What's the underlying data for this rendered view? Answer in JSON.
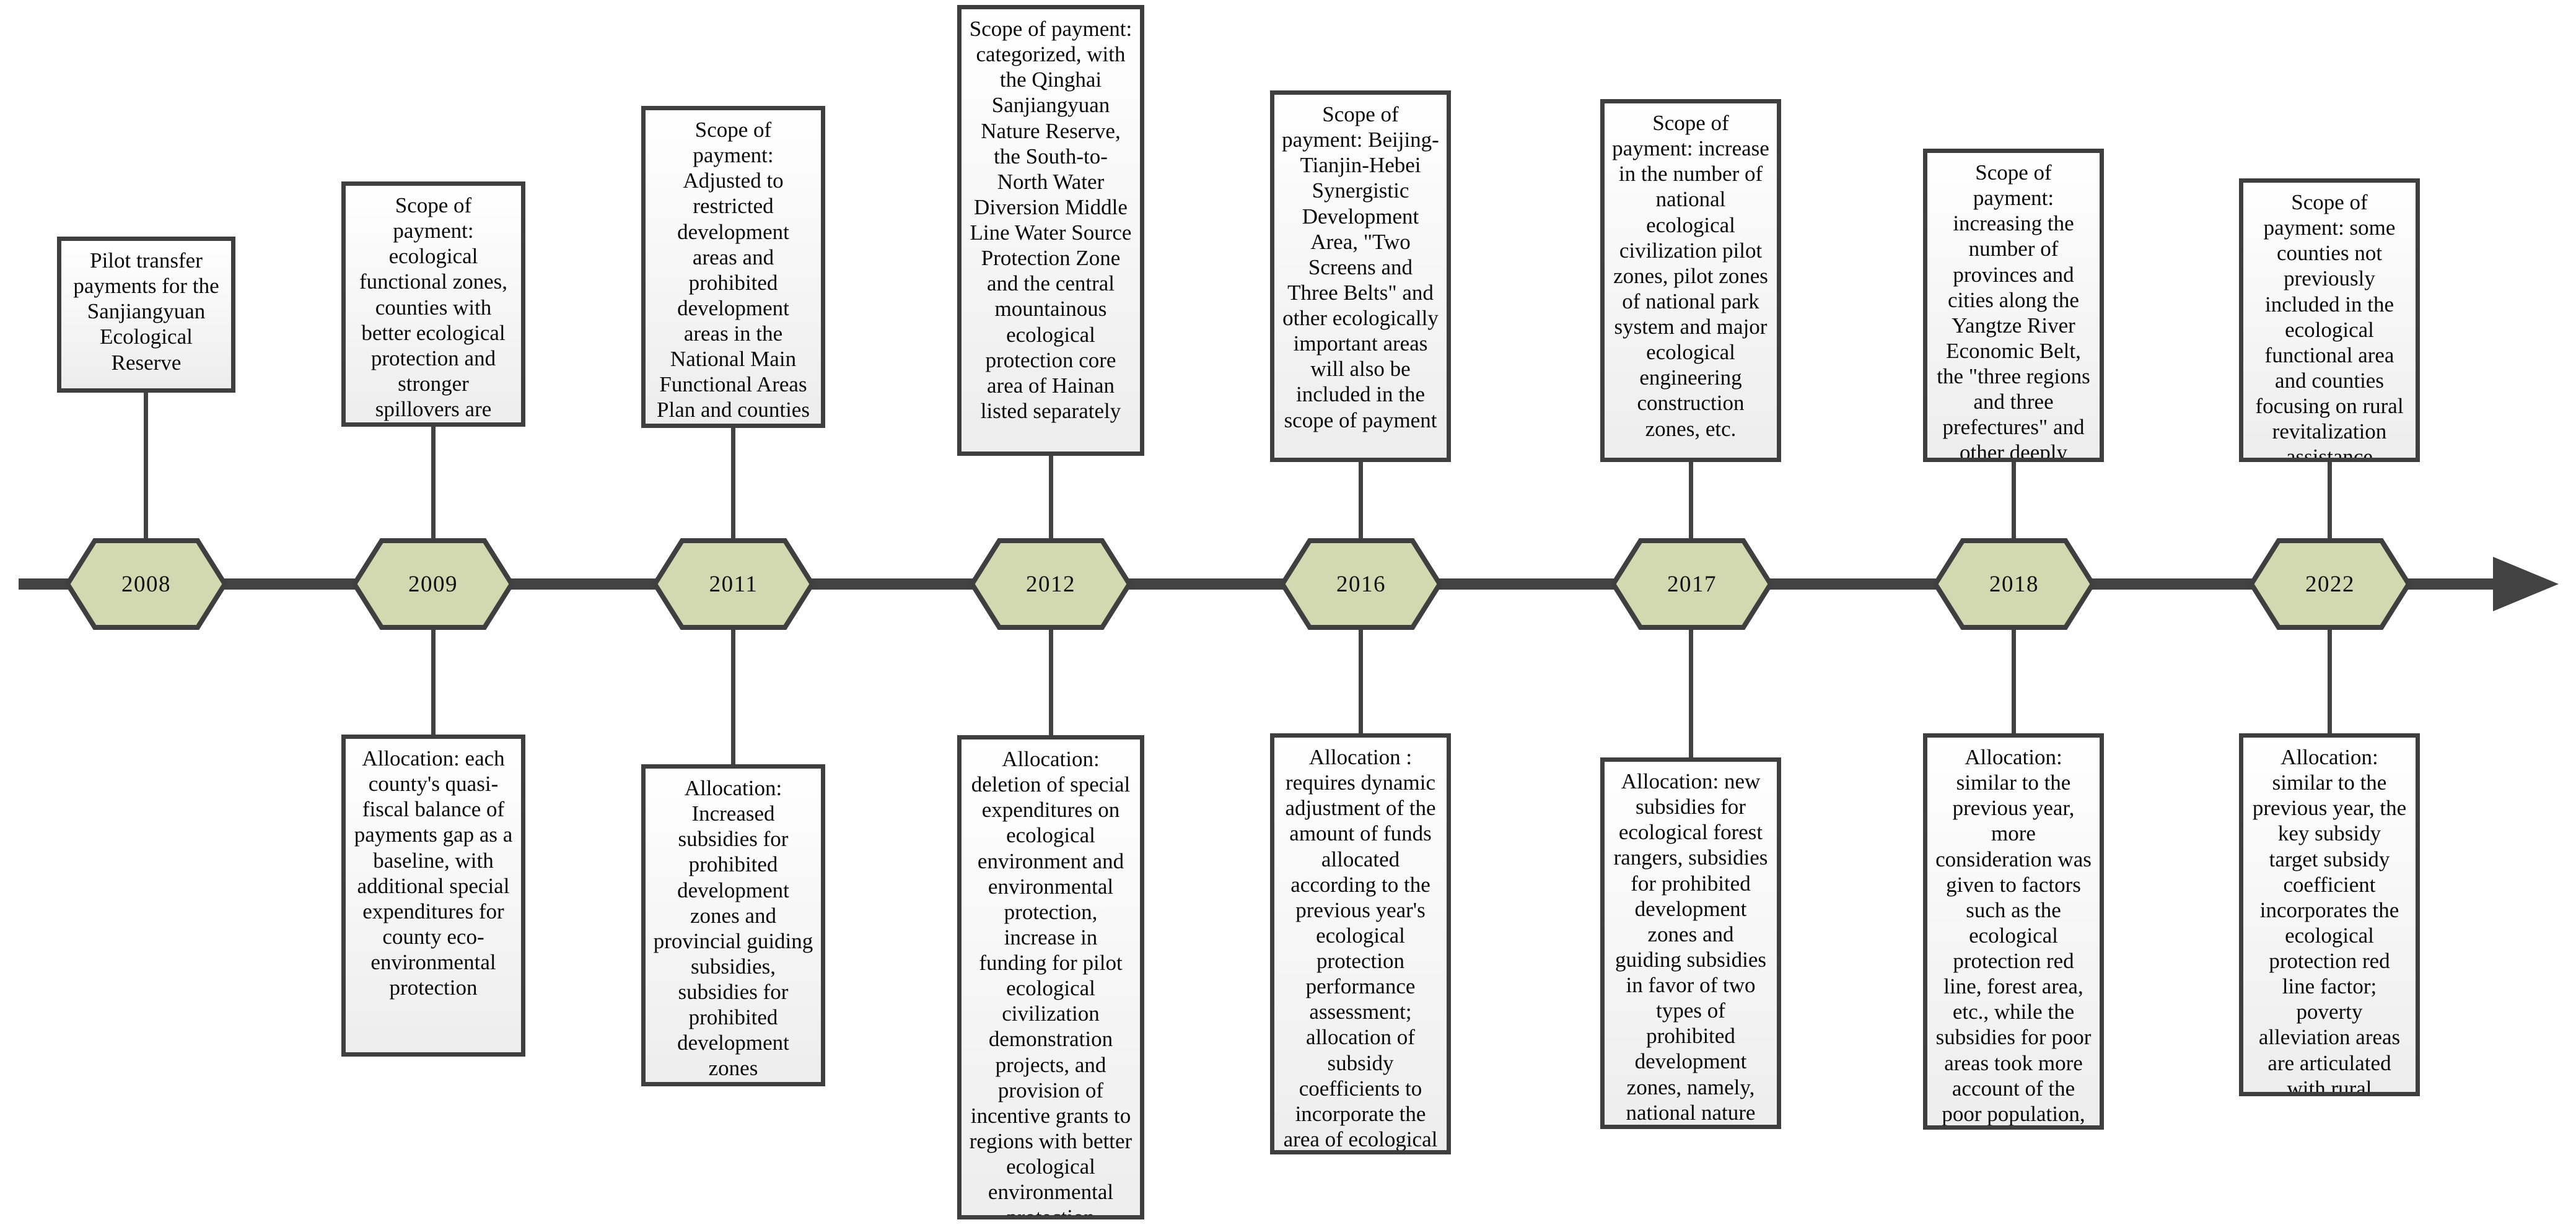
{
  "timeline": {
    "axis_color": "#424242",
    "node_fill": "#d2d9b0",
    "node_border": "#3f3f3f",
    "box_border": "#3f3f3f",
    "arrow_direction": "right",
    "nodes": [
      {
        "year": "2008",
        "scope": "Pilot transfer payments for the Sanjiangyuan Ecological Reserve",
        "allocation": ""
      },
      {
        "year": "2009",
        "scope": "Scope of payment: ecological functional zones, counties with better ecological protection and stronger spillovers are included in the transfer payments",
        "allocation": "Allocation: each county's quasi-fiscal balance of payments gap as a baseline, with additional special expenditures for county eco-environmental protection"
      },
      {
        "year": "2011",
        "scope": "Scope of payment: Adjusted to restricted development areas and prohibited development areas in the National Main Functional Areas Plan and counties with better ecological and environmental protection",
        "allocation": "Allocation: Increased subsidies for prohibited development zones and provincial guiding subsidies, subsidies for prohibited development zones"
      },
      {
        "year": "2012",
        "scope": "Scope of payment: categorized, with the Qinghai Sanjiangyuan Nature Reserve, the South-to-North Water Diversion Middle Line Water Source Protection Zone and the central mountainous ecological protection core area of Hainan listed separately",
        "allocation": "Allocation: deletion of special expenditures on ecological environment and environmental protection, increase in funding for pilot ecological civilization demonstration projects, and provision of incentive grants to regions with better ecological environmental protection"
      },
      {
        "year": "2016",
        "scope": "Scope of payment: Beijing-Tianjin-Hebei Synergistic Development Area, \"Two Screens and Three Belts\" and other ecologically important areas will also be included in the scope of payment",
        "allocation": "Allocation : requires dynamic adjustment of the amount of funds allocated according to the previous year's ecological protection performance assessment; allocation of subsidy coefficients to incorporate the area of ecological protection areas and the impact of restricted industrial development on industry"
      },
      {
        "year": "2017",
        "scope": "Scope of payment: increase in the number of national ecological civilization pilot zones, pilot zones of national park system and major ecological engineering construction zones, etc.",
        "allocation": "Allocation: new subsidies for ecological forest rangers, subsidies for prohibited development zones and guiding subsidies in favor of two types of prohibited development zones, namely, national nature reserves and national forest parks."
      },
      {
        "year": "2018",
        "scope": "Scope of payment: increasing the number of provinces and cities along the Yangtze River Economic Belt, the \"three regions and three prefectures\" and other deeply impoverished areas",
        "allocation": "Allocation: similar to the previous year, more consideration was given to factors such as the ecological protection red line, forest area, etc., while the subsidies for poor areas took more account of the poor population, per capita transfers, etc."
      },
      {
        "year": "2022",
        "scope": "Scope of payment: some counties not previously included in the ecological functional area and counties focusing on rural revitalization assistance",
        "allocation": "Allocation: similar to the previous year, the key subsidy target subsidy coefficient incorporates the ecological protection red line factor; poverty alleviation areas are articulated with rural revitalization areas"
      }
    ]
  }
}
